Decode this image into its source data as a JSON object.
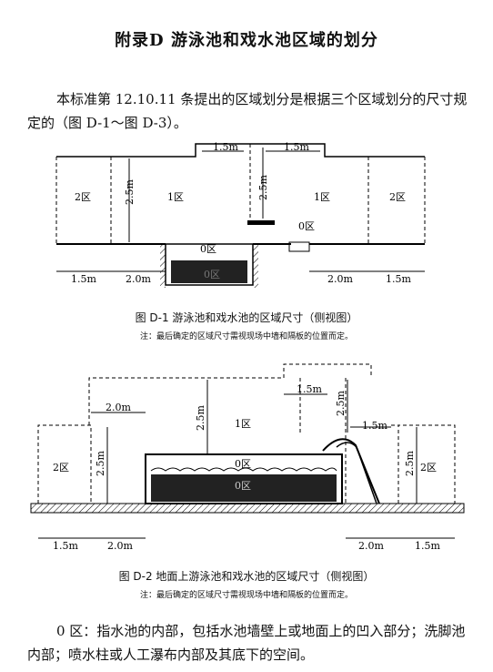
{
  "title": "附录D  游泳池和戏水池区域的划分",
  "intro": "本标准第 12.10.11 条提出的区域划分是根据三个区域划分的尺寸规定的（图 D-1～图 D-3）。",
  "figure1": {
    "caption": "图 D-1   游泳池和戏水池的区域尺寸（侧视图）",
    "note": "注：最后确定的区域尺寸需视现场中墙和隔板的位置而定。",
    "zone_labels": {
      "z2_left": "2区",
      "z1_left": "1区",
      "z1_right": "1区",
      "z2_right": "2区",
      "z0_pool": "0区",
      "z0_small": "0区",
      "z0_bottom": "0区"
    },
    "dims": {
      "top_left": "1.5m",
      "top_right": "1.5m",
      "height_left": "2.5m",
      "height_center": "2.5m",
      "bottom_1": "1.5m",
      "bottom_2": "2.0m",
      "bottom_3": "2.0m",
      "bottom_4": "1.5m"
    }
  },
  "figure2": {
    "caption": "图 D-2   地面上游泳池和戏水池的区域尺寸（侧视图）",
    "note": "注：最后确定的区域尺寸需视现场中墙和隔板的位置而定。",
    "zone_labels": {
      "z2_left": "2区",
      "z1": "1区",
      "z0_upper": "0区",
      "z0_lower": "0区",
      "z2_right": "2区"
    },
    "dims": {
      "top_left": "2.0m",
      "top_mid": "1.5m",
      "top_right": "1.5m",
      "height_center": "2.5m",
      "height_left": "2.5m",
      "height_slide": "2.5m",
      "height_right": "2.5m",
      "bottom_1": "1.5m",
      "bottom_2": "2.0m",
      "bottom_3": "2.0m",
      "bottom_4": "1.5m"
    }
  },
  "footer": "0 区：指水池的内部，包括水池墙壁上或地面上的凹入部分；洗脚池内部；喷水柱或人工瀑布内部及其底下的空间。"
}
